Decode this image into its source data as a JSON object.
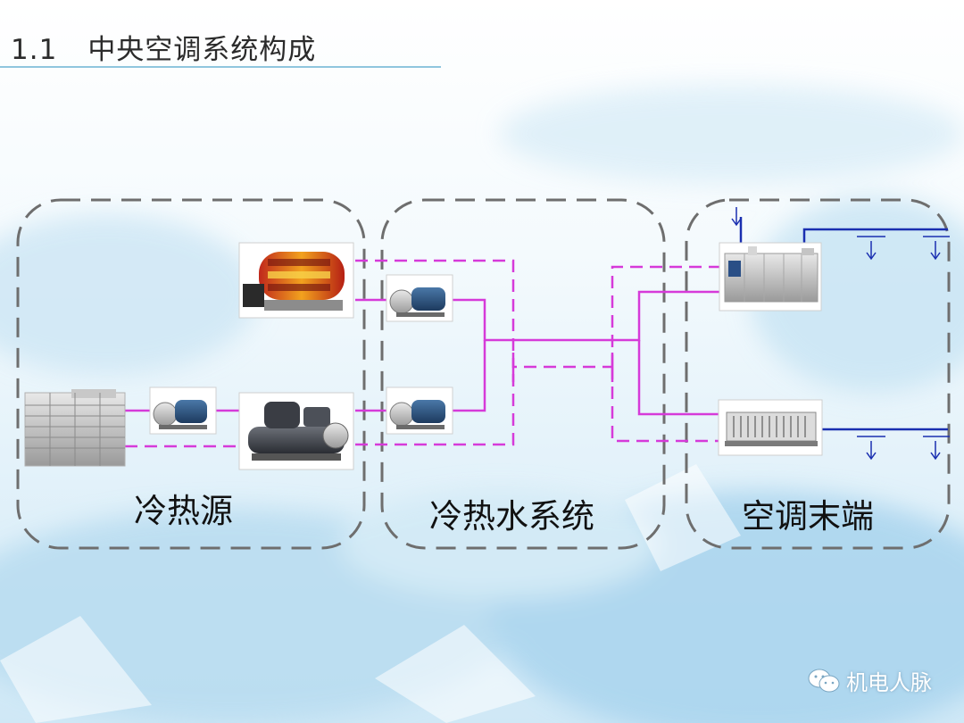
{
  "header": {
    "section_number": "1.1",
    "title": "中央空调系统构成"
  },
  "sections": [
    {
      "id": "source",
      "label": "冷热源"
    },
    {
      "id": "water",
      "label": "冷热水系统"
    },
    {
      "id": "terminal",
      "label": "空调末端"
    }
  ],
  "equipment": [
    "boiler",
    "cooling-tower",
    "condenser-pump",
    "chiller",
    "hot-water-pump",
    "chilled-water-pump",
    "air-handling-unit",
    "fan-coil-unit"
  ],
  "legend": {
    "supply_line": "solid",
    "return_line": "dashed"
  },
  "colors": {
    "pipe": "#d63ad9",
    "duct": "#1a2fb0",
    "frame": "#6e6e6e",
    "title_rule": "#8fc6de"
  },
  "watermark": {
    "icon": "wechat-icon",
    "text": "机电人脉"
  }
}
